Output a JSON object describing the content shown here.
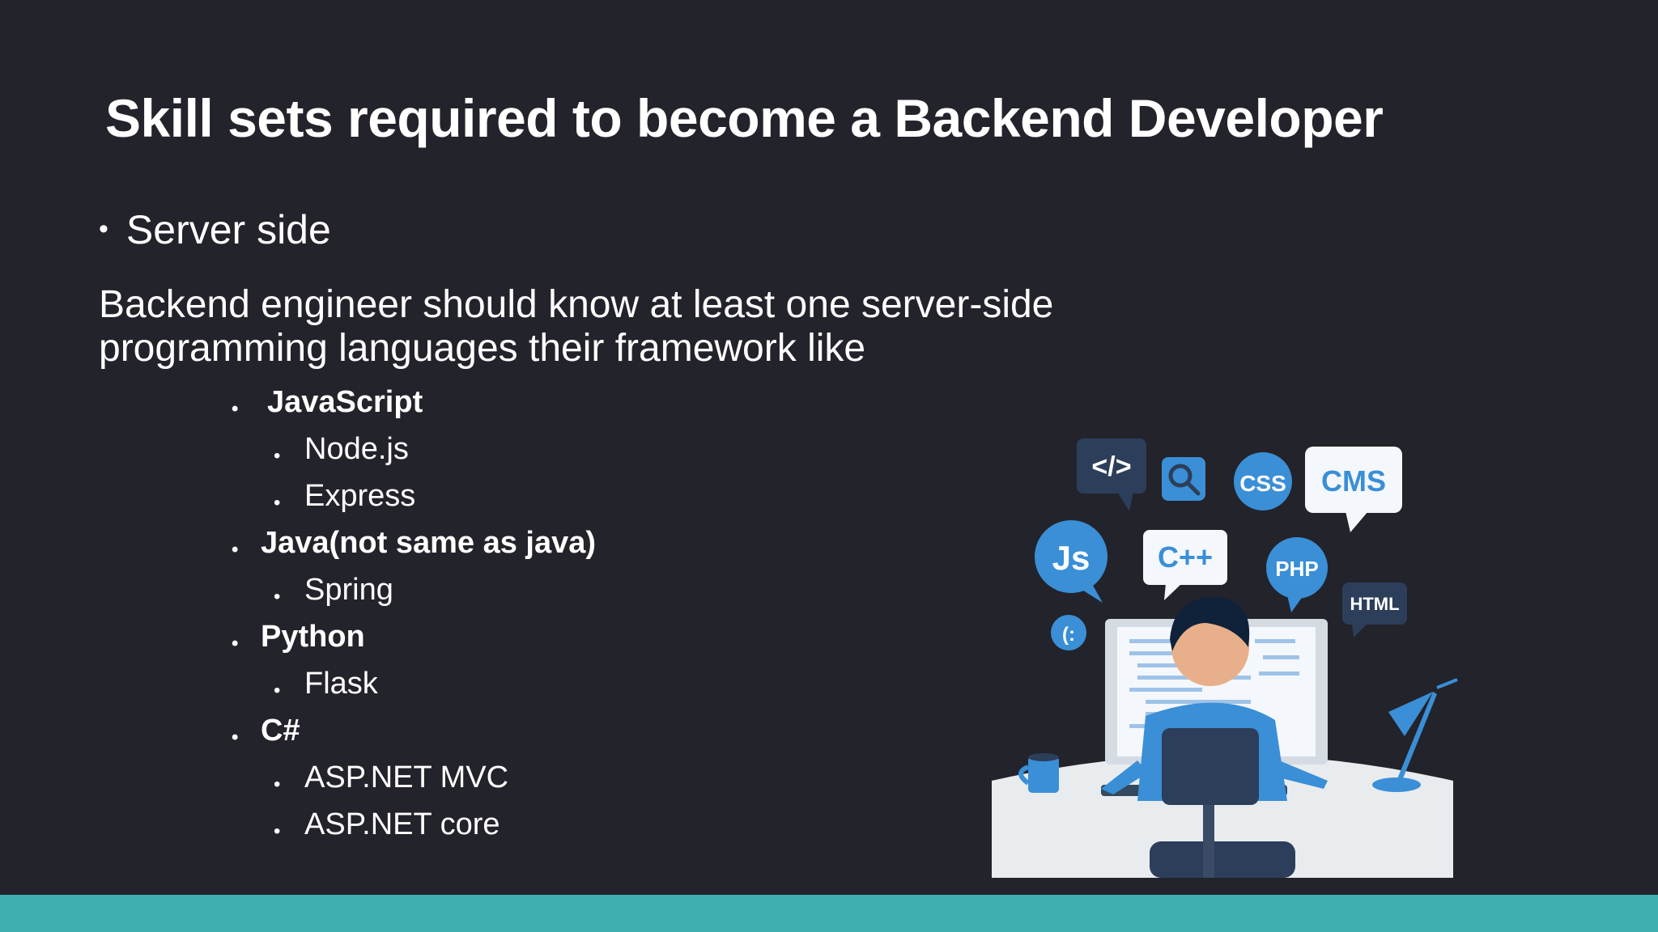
{
  "title": "Skill sets required to become a Backend Developer",
  "section": {
    "bullet": "Server side",
    "description_lines": [
      "Backend engineer should know at least one server-side",
      "programming languages their framework like"
    ]
  },
  "languages": [
    {
      "name": "JavaScript",
      "frameworks": [
        "Node.js",
        "Express"
      ]
    },
    {
      "name": "Java(not same as java)",
      "frameworks": [
        "Spring"
      ]
    },
    {
      "name": "Python",
      "frameworks": [
        "Flask"
      ]
    },
    {
      "name": "C#",
      "frameworks": [
        "ASP.NET MVC",
        "ASP.NET core"
      ]
    }
  ],
  "illustration": {
    "bubble_labels": [
      "</>",
      "CSS",
      "CMS",
      "Js",
      "C++",
      "PHP",
      "HTML"
    ]
  },
  "colors": {
    "background": "#23232b",
    "accent_bar": "#3eb0b0",
    "illustration_blue": "#3a8fd6",
    "illustration_dark": "#2c3e5a"
  }
}
